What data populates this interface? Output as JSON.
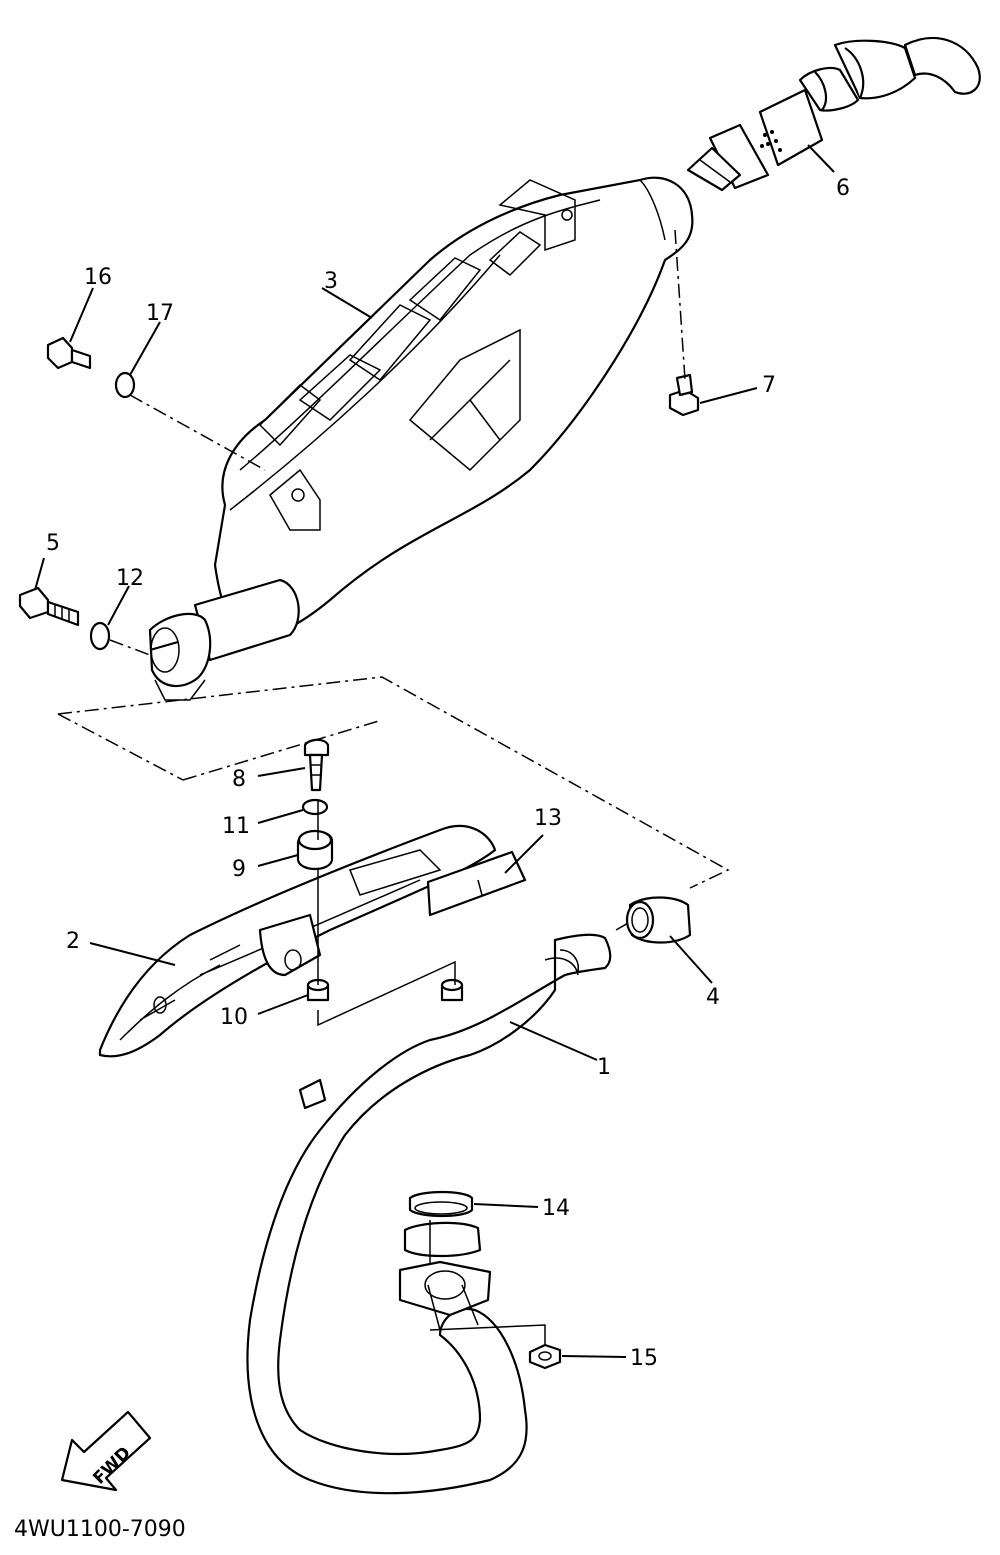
{
  "diagram": {
    "drawing_code": "4WU1100-7090",
    "fwd_label": "FWD",
    "callouts": {
      "p1": "1",
      "p2": "2",
      "p3": "3",
      "p4": "4",
      "p5": "5",
      "p6": "6",
      "p7": "7",
      "p8": "8",
      "p9": "9",
      "p10": "10",
      "p11": "11",
      "p12": "12",
      "p13": "13",
      "p14": "14",
      "p15": "15",
      "p16": "16",
      "p17": "17"
    }
  }
}
